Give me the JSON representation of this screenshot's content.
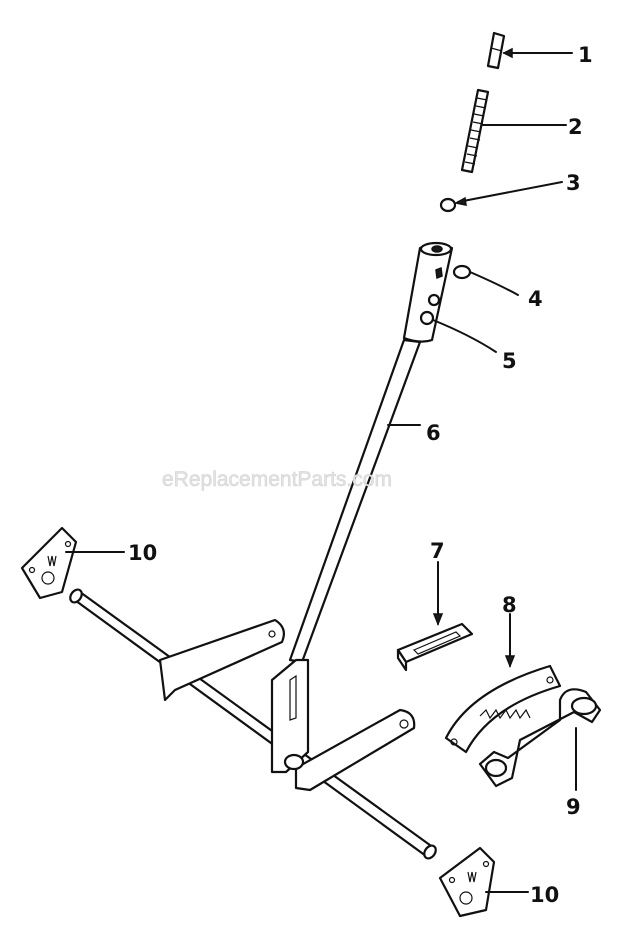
{
  "diagram": {
    "watermark": "eReplacementParts.com",
    "parts": [
      {
        "number": "1",
        "icon": "pin-icon"
      },
      {
        "number": "2",
        "icon": "spring-icon"
      },
      {
        "number": "3",
        "icon": "ball-icon"
      },
      {
        "number": "4",
        "icon": "grip-nut-icon"
      },
      {
        "number": "5",
        "icon": "knob-icon"
      },
      {
        "number": "6",
        "icon": "lever-icon"
      },
      {
        "number": "7",
        "icon": "plate-icon"
      },
      {
        "number": "8",
        "icon": "notched-quadrant-icon"
      },
      {
        "number": "9",
        "icon": "bracket-icon"
      },
      {
        "number": "10",
        "icon": "mounting-plate-icon"
      },
      {
        "number": "10",
        "icon": "mounting-plate-icon"
      }
    ]
  }
}
